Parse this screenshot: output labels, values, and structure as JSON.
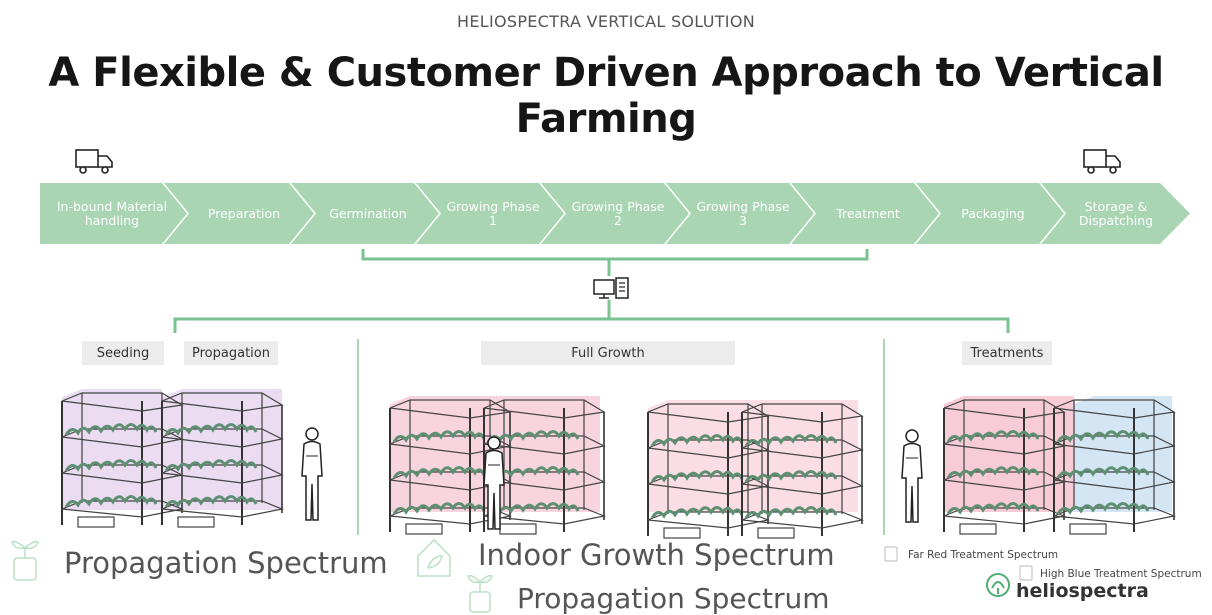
{
  "header": {
    "kicker": "HELIOSPECTRA VERTICAL SOLUTION",
    "title": "A Flexible & Customer Driven Approach to Vertical Farming"
  },
  "process_steps": [
    {
      "line1": "In-bound Material",
      "line2": "handling"
    },
    {
      "line1": "Preparation",
      "line2": ""
    },
    {
      "line1": "Germination",
      "line2": ""
    },
    {
      "line1": "Growing Phase",
      "line2": "1"
    },
    {
      "line1": "Growing Phase",
      "line2": "2"
    },
    {
      "line1": "Growing Phase",
      "line2": "3"
    },
    {
      "line1": "Treatment",
      "line2": ""
    },
    {
      "line1": "Packaging",
      "line2": ""
    },
    {
      "line1": "Storage &",
      "line2": "Dispatching"
    }
  ],
  "zones": {
    "seeding": "Seeding",
    "propagation": "Propagation",
    "full_growth": "Full Growth",
    "treatments": "Treatments"
  },
  "spectra": {
    "propagation_left": "Propagation Spectrum",
    "indoor_growth": "Indoor Growth Spectrum",
    "propagation_center": "Propagation Spectrum",
    "far_red": "Far Red Treatment Spectrum",
    "high_blue": "High Blue Treatment Spectrum"
  },
  "brand": "heliospectra",
  "icons": [
    "truck-icon",
    "truck-icon",
    "computer-icon",
    "sprout-icon",
    "leaf-house-icon",
    "document-icon",
    "brand-logo-icon"
  ],
  "colors": {
    "chevron": "#a9d5b3",
    "connector": "#79c291",
    "pink_light": "#f6c6d3",
    "violet_light": "#e6d3ee",
    "blue_light": "#cfe2f3",
    "plant": "#5f8f73"
  }
}
